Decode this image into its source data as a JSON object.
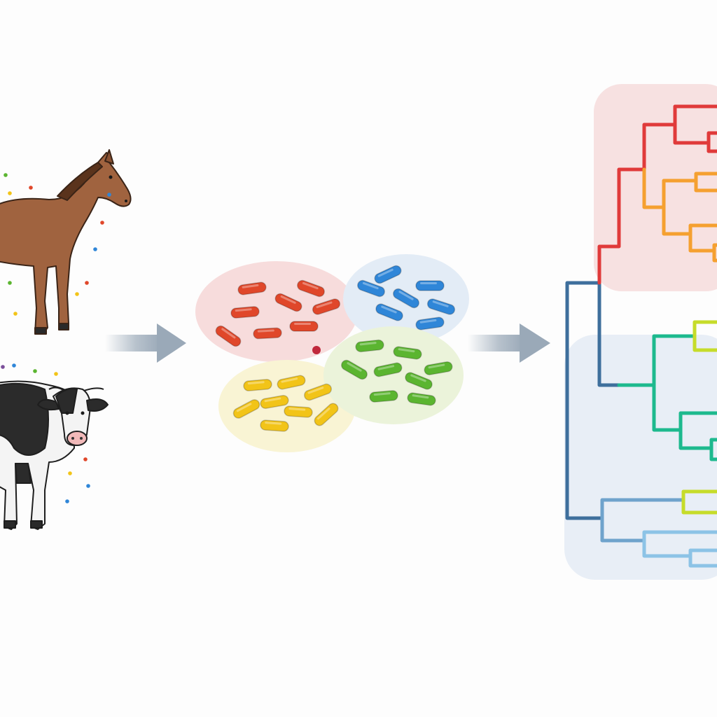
{
  "figure": {
    "stages": [
      {
        "id": "hosts",
        "items": [
          "horse",
          "cow"
        ]
      },
      {
        "id": "microbe-clusters",
        "clusters": [
          {
            "color": "#e0472a",
            "fill": "#f7dcdc"
          },
          {
            "color": "#2f86d8",
            "fill": "#e3ecf6"
          },
          {
            "color": "#f2c418",
            "fill": "#f9f4d4"
          },
          {
            "color": "#5bb530",
            "fill": "#ebf3da"
          }
        ]
      },
      {
        "id": "phylogenetic-tree",
        "clades": [
          {
            "color": "#e03a3a",
            "fill": "#f7e1e1"
          },
          {
            "color": "#3e6f9c",
            "fill": "#e8eef6"
          }
        ]
      }
    ],
    "colors": {
      "arrow": "#9aa9b8",
      "horse": "#a0633f",
      "cow-black": "#2b2b2b",
      "tree-red": "#e03a3a",
      "tree-orange": "#f5a030",
      "tree-teal": "#1db98e",
      "tree-lime": "#c6dc2a",
      "tree-blue": "#3e6f9c",
      "tree-lightblue": "#8cc3e6"
    }
  }
}
